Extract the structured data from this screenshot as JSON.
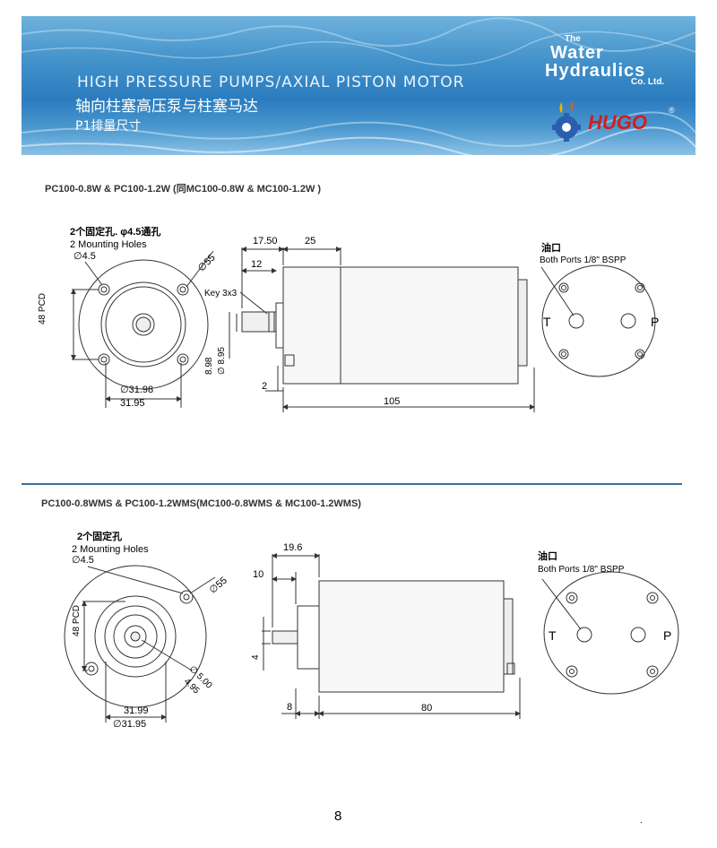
{
  "banner": {
    "title_en": "HIGH  PRESSURE  PUMPS/AXIAL PISTON MOTOR",
    "title_cn": "轴向柱塞高压泵与柱塞马达",
    "subtitle": "P1排量尺寸"
  },
  "logo": {
    "the": "The",
    "water": "Water",
    "hydraulics": "Hydraulics",
    "co": "Co. Ltd.",
    "brand": "HUGO",
    "reg": "®"
  },
  "section1": {
    "title": "PC100-0.8W & PC100-1.2W (同MC100-0.8W & MC100-1.2W )",
    "front": {
      "holes_cn": "2个固定孔. φ4.5通孔",
      "holes_en": "2 Mounting Holes",
      "hole_dia": "∅4.5",
      "pcd": "48 PCD",
      "od": "∅55",
      "shaft_a": "∅31.98",
      "shaft_b": "31.95"
    },
    "side": {
      "d1": "17.50",
      "d2": "25",
      "d3": "12",
      "key": "Key 3x3",
      "sh_a": "8.98",
      "sh_b": "∅ 8.95",
      "d4": "2",
      "length": "105"
    },
    "port": {
      "label_cn": "油口",
      "label_en": "Both Ports 1/8\" BSPP",
      "t": "T",
      "p": "P"
    }
  },
  "section2": {
    "title": "PC100-0.8WMS & PC100-1.2WMS(MC100-0.8WMS & MC100-1.2WMS)",
    "front": {
      "holes_cn": "2个固定孔",
      "holes_en": "2 Mounting Holes",
      "hole_dia": "∅4.5",
      "pcd": "48 PCD",
      "od": "∅55",
      "shaft_a": "∅ 5.00",
      "shaft_b": "4.95",
      "boss_a": "31.99",
      "boss_b": "∅31.95"
    },
    "side": {
      "d1": "19.6",
      "d2": "10",
      "d3": "4",
      "d4": "8",
      "length": "80"
    },
    "port": {
      "label_cn": "油口",
      "label_en": "Both Ports 1/8\" BSPP",
      "t": "T",
      "p": "P"
    }
  },
  "footer": {
    "page": "8",
    "mark": "."
  },
  "colors": {
    "banner_top": "#6fb2dc",
    "banner_mid": "#2b7cbf",
    "rule": "#3a6f9a",
    "hugo_red": "#d21e1e",
    "hugo_blue": "#2a5fb0"
  }
}
